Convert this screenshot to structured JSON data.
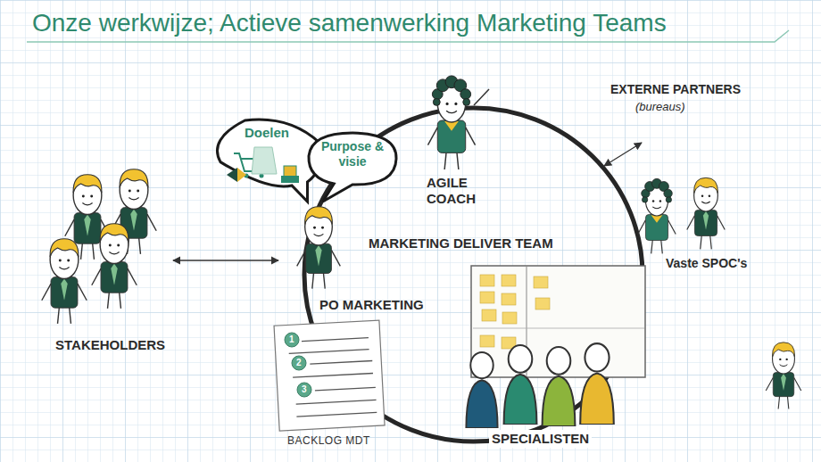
{
  "diagram": {
    "title": "Onze werkwijze; Actieve samenwerking Marketing Teams",
    "nodes": [
      {
        "text": [
          "MARKETING DELIVER TEAM"
        ]
      },
      {
        "text": [
          "Doelen"
        ]
      },
      {
        "text": [
          "Purpose & visie"
        ]
      }
    ],
    "labels": [
      "AGILE COACH",
      "EXTERNE PARTNERS",
      "(bureaus)",
      "Vaste SPOC's",
      "PO MARKETING",
      "STAKEHOLDERS",
      "1",
      "2",
      "3",
      "BACKLOG MDT",
      "SPECIALISTEN"
    ]
  }
}
